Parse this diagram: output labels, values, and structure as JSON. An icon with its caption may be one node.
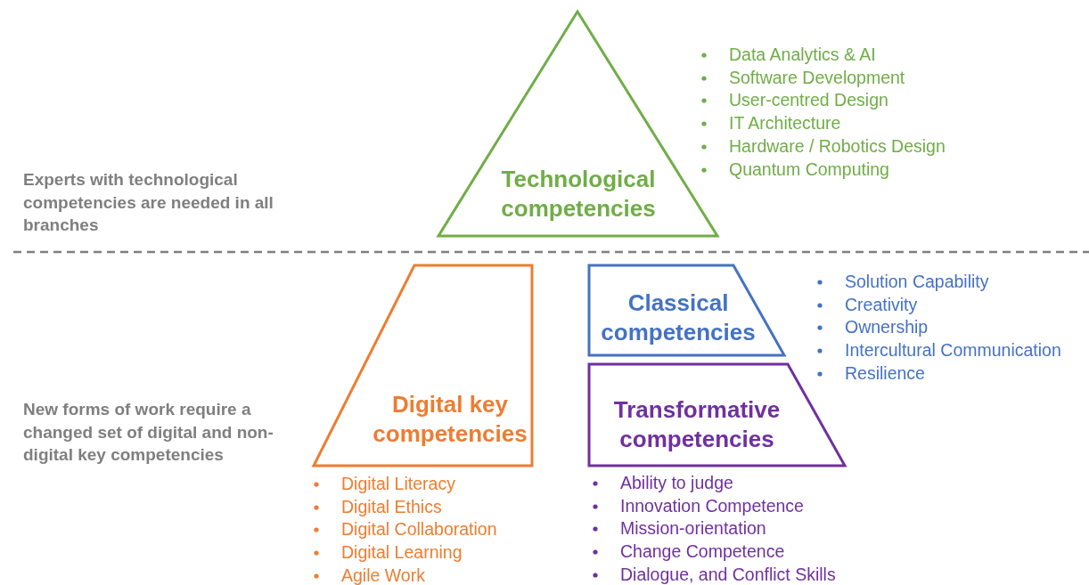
{
  "diagram": {
    "nodes": [
      {
        "text": [
          "Technological competencies"
        ],
        "beside": [
          "Data Analytics & AI",
          "Software Development",
          "User-centred Design",
          "IT Architecture",
          "Hardware / Robotics Design",
          "Quantum Computing"
        ]
      },
      {
        "text": [
          "Digital key competencies"
        ],
        "beside": [
          "Digital Literacy",
          "Digital Ethics",
          "Digital Collaboration",
          "Digital Learning",
          "Agile Work"
        ]
      },
      {
        "text": [
          "Classical competencies"
        ],
        "beside": [
          "Solution Capability",
          "Creativity",
          "Ownership",
          "Intercultural Communication",
          "Resilience"
        ]
      },
      {
        "text": [
          "Transformative competencies"
        ],
        "beside": [
          "Ability to judge",
          "Innovation Competence",
          "Mission-orientation",
          "Change Competence",
          "Dialogue, and Conflict Skills"
        ]
      }
    ],
    "labels": [
      "Experts with technological competencies are needed in all branches",
      "New forms of work require a changed set of digital and non-digital key competencies"
    ]
  }
}
